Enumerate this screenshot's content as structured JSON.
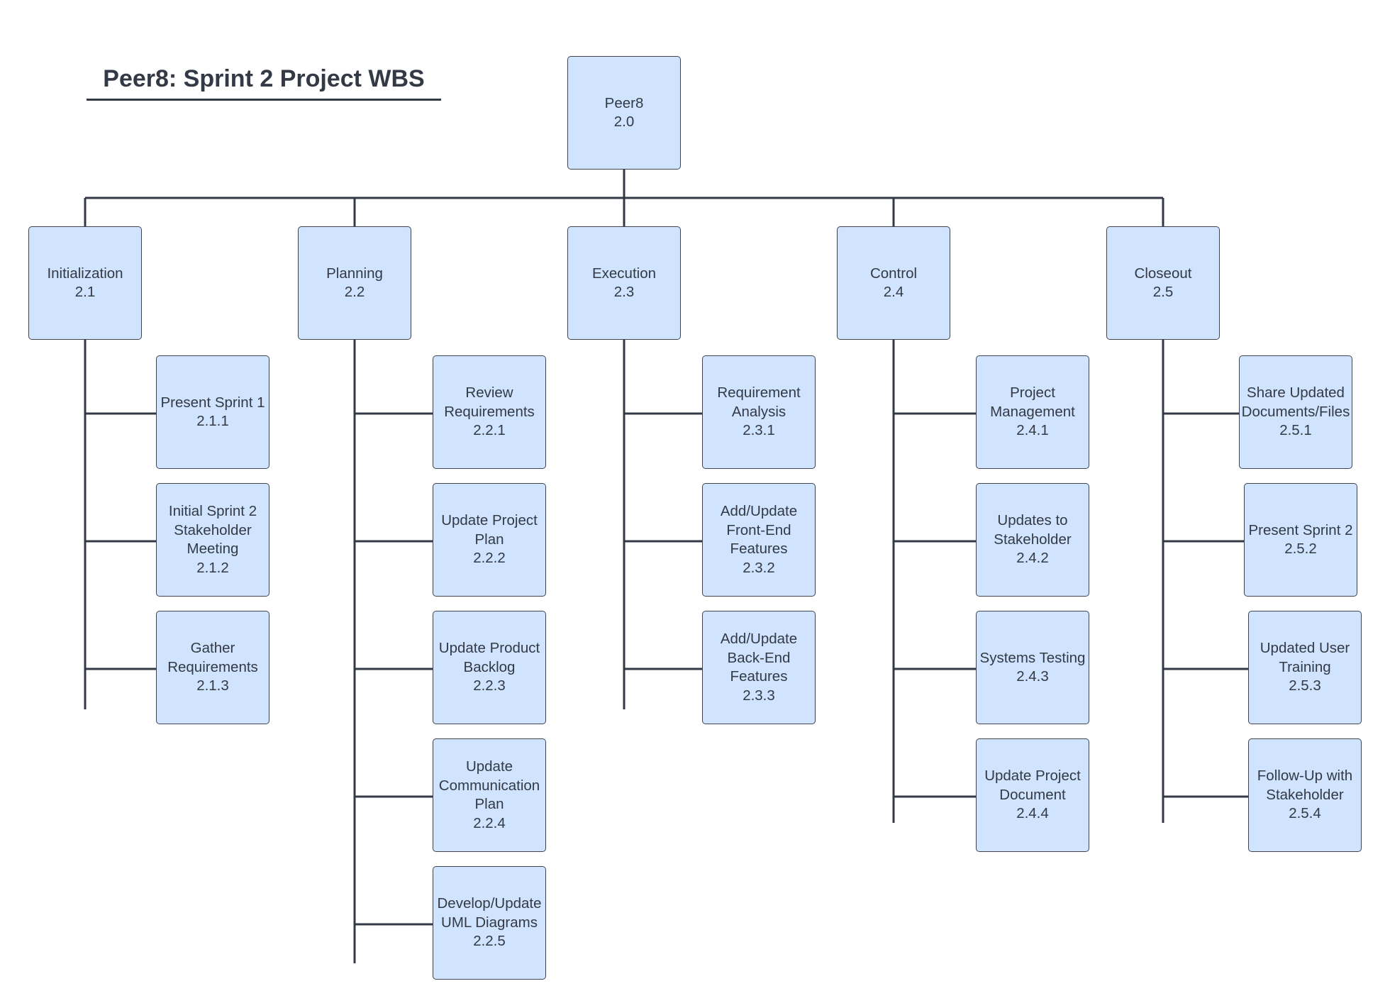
{
  "title": "Peer8: Sprint 2 Project WBS",
  "colors": {
    "node_fill": "#d0e3ff",
    "node_border": "#3d4450",
    "line": "#333a45",
    "text": "#333a45"
  },
  "root": {
    "label": "Peer8",
    "code": "2.0"
  },
  "phases": [
    {
      "label": "Initialization",
      "code": "2.1",
      "tasks": [
        {
          "label": "Present Sprint 1",
          "code": "2.1.1"
        },
        {
          "label": "Initial Sprint 2 Stakeholder Meeting",
          "code": "2.1.2"
        },
        {
          "label": "Gather Requirements",
          "code": "2.1.3"
        }
      ]
    },
    {
      "label": "Planning",
      "code": "2.2",
      "tasks": [
        {
          "label": "Review Requirements",
          "code": "2.2.1"
        },
        {
          "label": "Update Project Plan",
          "code": "2.2.2"
        },
        {
          "label": "Update Product Backlog",
          "code": "2.2.3"
        },
        {
          "label": "Update Communication Plan",
          "code": "2.2.4"
        },
        {
          "label": "Develop/Update UML Diagrams",
          "code": "2.2.5"
        }
      ]
    },
    {
      "label": "Execution",
      "code": "2.3",
      "tasks": [
        {
          "label": "Requirement Analysis",
          "code": "2.3.1"
        },
        {
          "label": "Add/Update Front-End Features",
          "code": "2.3.2"
        },
        {
          "label": "Add/Update Back-End Features",
          "code": "2.3.3"
        }
      ]
    },
    {
      "label": "Control",
      "code": "2.4",
      "tasks": [
        {
          "label": "Project Management",
          "code": "2.4.1"
        },
        {
          "label": "Updates to Stakeholder",
          "code": "2.4.2"
        },
        {
          "label": "Systems Testing",
          "code": "2.4.3"
        },
        {
          "label": "Update Project Document",
          "code": "2.4.4"
        }
      ]
    },
    {
      "label": "Closeout",
      "code": "2.5",
      "tasks": [
        {
          "label": "Share Updated Documents/Files",
          "code": "2.5.1"
        },
        {
          "label": "Present Sprint 2",
          "code": "2.5.2"
        },
        {
          "label": "Updated User Training",
          "code": "2.5.3"
        },
        {
          "label": "Follow-Up with Stakeholder",
          "code": "2.5.4"
        }
      ]
    }
  ]
}
